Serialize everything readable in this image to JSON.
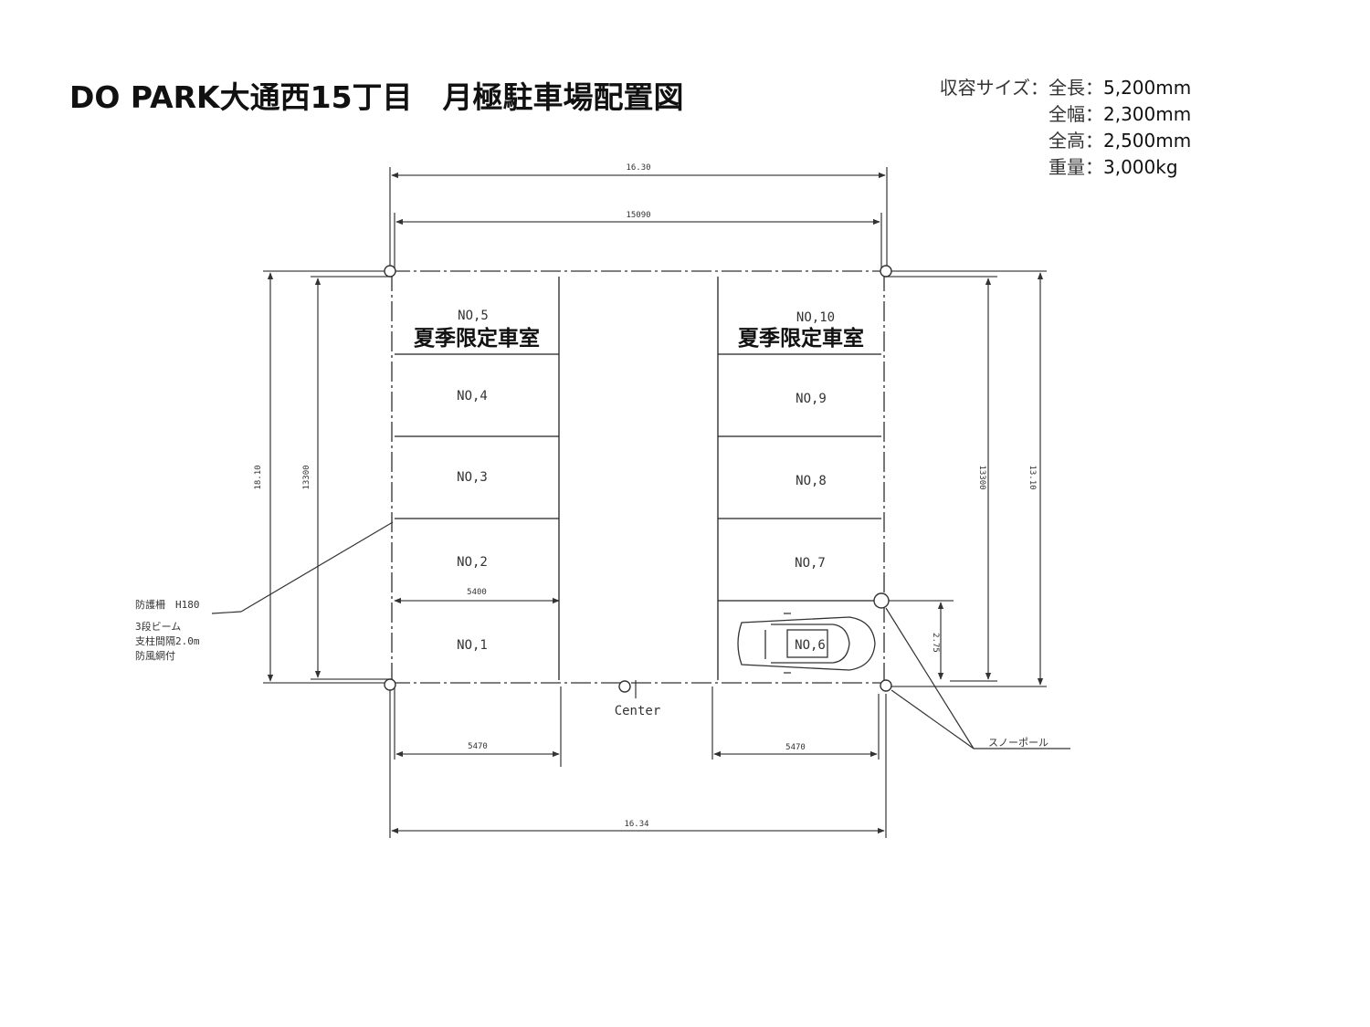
{
  "title": "DO PARK大通西15丁目　月極駐車場配置図",
  "spec": [
    {
      "label": "収容サイズ：全長：",
      "value": "5,200mm"
    },
    {
      "label": "全幅：",
      "value": "2,300mm"
    },
    {
      "label": "全高：",
      "value": "2,500mm"
    },
    {
      "label": "重量：",
      "value": "3,000kg"
    }
  ],
  "plan": {
    "left_bays": [
      {
        "label": "NO,5",
        "note": "夏季限定車室"
      },
      {
        "label": "NO,4"
      },
      {
        "label": "NO,3"
      },
      {
        "label": "NO,2"
      },
      {
        "label": "NO,1"
      }
    ],
    "right_bays": [
      {
        "label": "NO,10",
        "note": "夏季限定車室"
      },
      {
        "label": "NO,9"
      },
      {
        "label": "NO,8"
      },
      {
        "label": "NO,7"
      },
      {
        "label": "NO,6"
      }
    ],
    "dimensions": {
      "top_outer": "16.30",
      "top_inner": "15090",
      "left_outer": "18.10",
      "left_inner": "13300",
      "right_inner": "13300",
      "right_outer": "13.10",
      "bay_depth": "5400",
      "bottom_left": "5470",
      "bottom_right": "5470",
      "bottom_total": "16.34",
      "small_right": "2.75"
    },
    "fence_note": [
      "防護柵　H180",
      "3段ビーム",
      "支柱間隔2.0m",
      "防風網付"
    ],
    "center_label": "Center",
    "snow_pole_label": "スノーポール"
  }
}
